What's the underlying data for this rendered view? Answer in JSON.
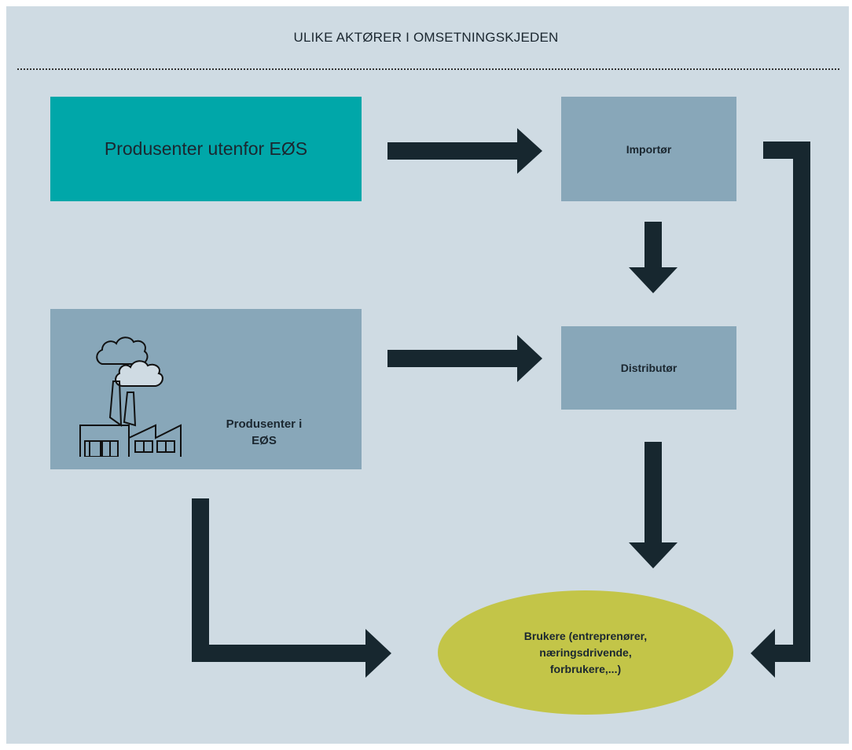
{
  "title": "ULIKE AKTØRER I OMSETNINGSKJEDEN",
  "nodes": {
    "producers_outside": "Produsenter utenfor EØS",
    "importer": "Importør",
    "distributor": "Distributør",
    "producers_eea_line1": "Produsenter i",
    "producers_eea_line2": "EØS",
    "users_line1": "Brukere (entreprenører,",
    "users_line2": "næringsdrivende,",
    "users_line3": "forbrukere,...)"
  },
  "colors": {
    "background": "#cfdbe3",
    "teal": "#00a7a9",
    "box": "#88a7b9",
    "ellipse": "#c3c548",
    "arrow": "#17272f"
  },
  "icons": [
    "factory-icon"
  ]
}
